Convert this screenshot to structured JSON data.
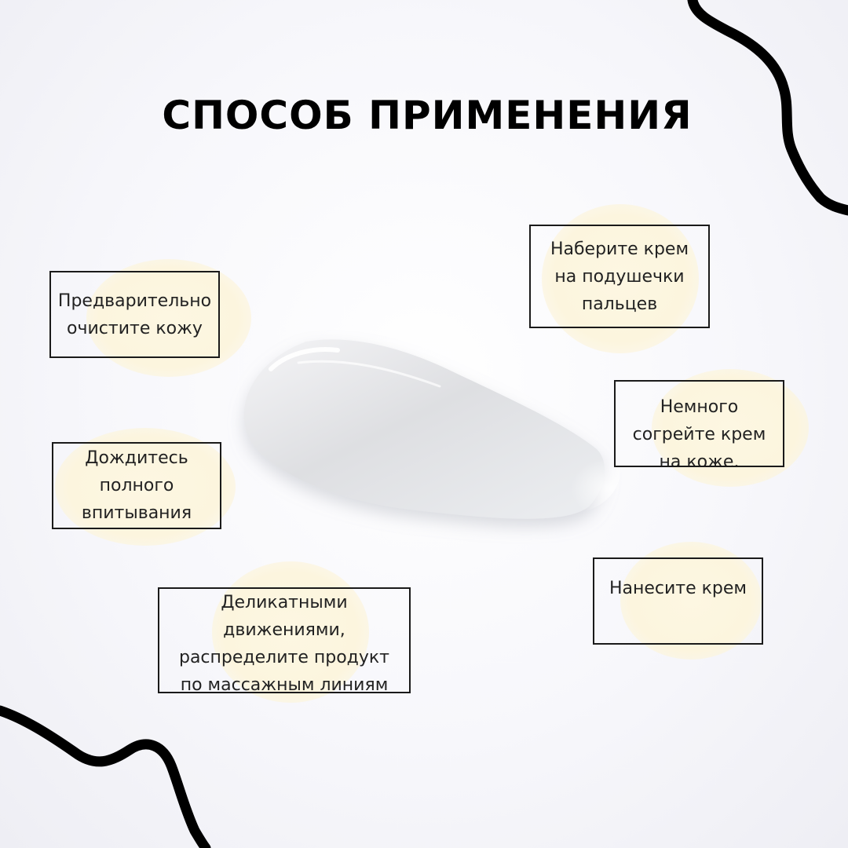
{
  "title": "СПОСОБ ПРИМЕНЕНИЯ",
  "steps": {
    "cleanse": "Предварительно\nочистите кожу",
    "absorb": "Дождитесь\nполного\nвпитывания ",
    "massage": "Деликатными\nдвижениями,\nраспределите продукт\nпо массажным линиям",
    "pick": "Наберите крем\n на подушечки\nпальцев",
    "warm": "Немного\nсогрейте крем\nна коже.",
    "apply": "Нанесите крем"
  },
  "colors": {
    "accent_blob": "#fcf5de",
    "border": "#1a1a1a",
    "text": "#222222"
  },
  "icons": {
    "decor_top_right": "wavy-line",
    "decor_bottom_left": "wavy-line",
    "product": "cream-swatch"
  }
}
